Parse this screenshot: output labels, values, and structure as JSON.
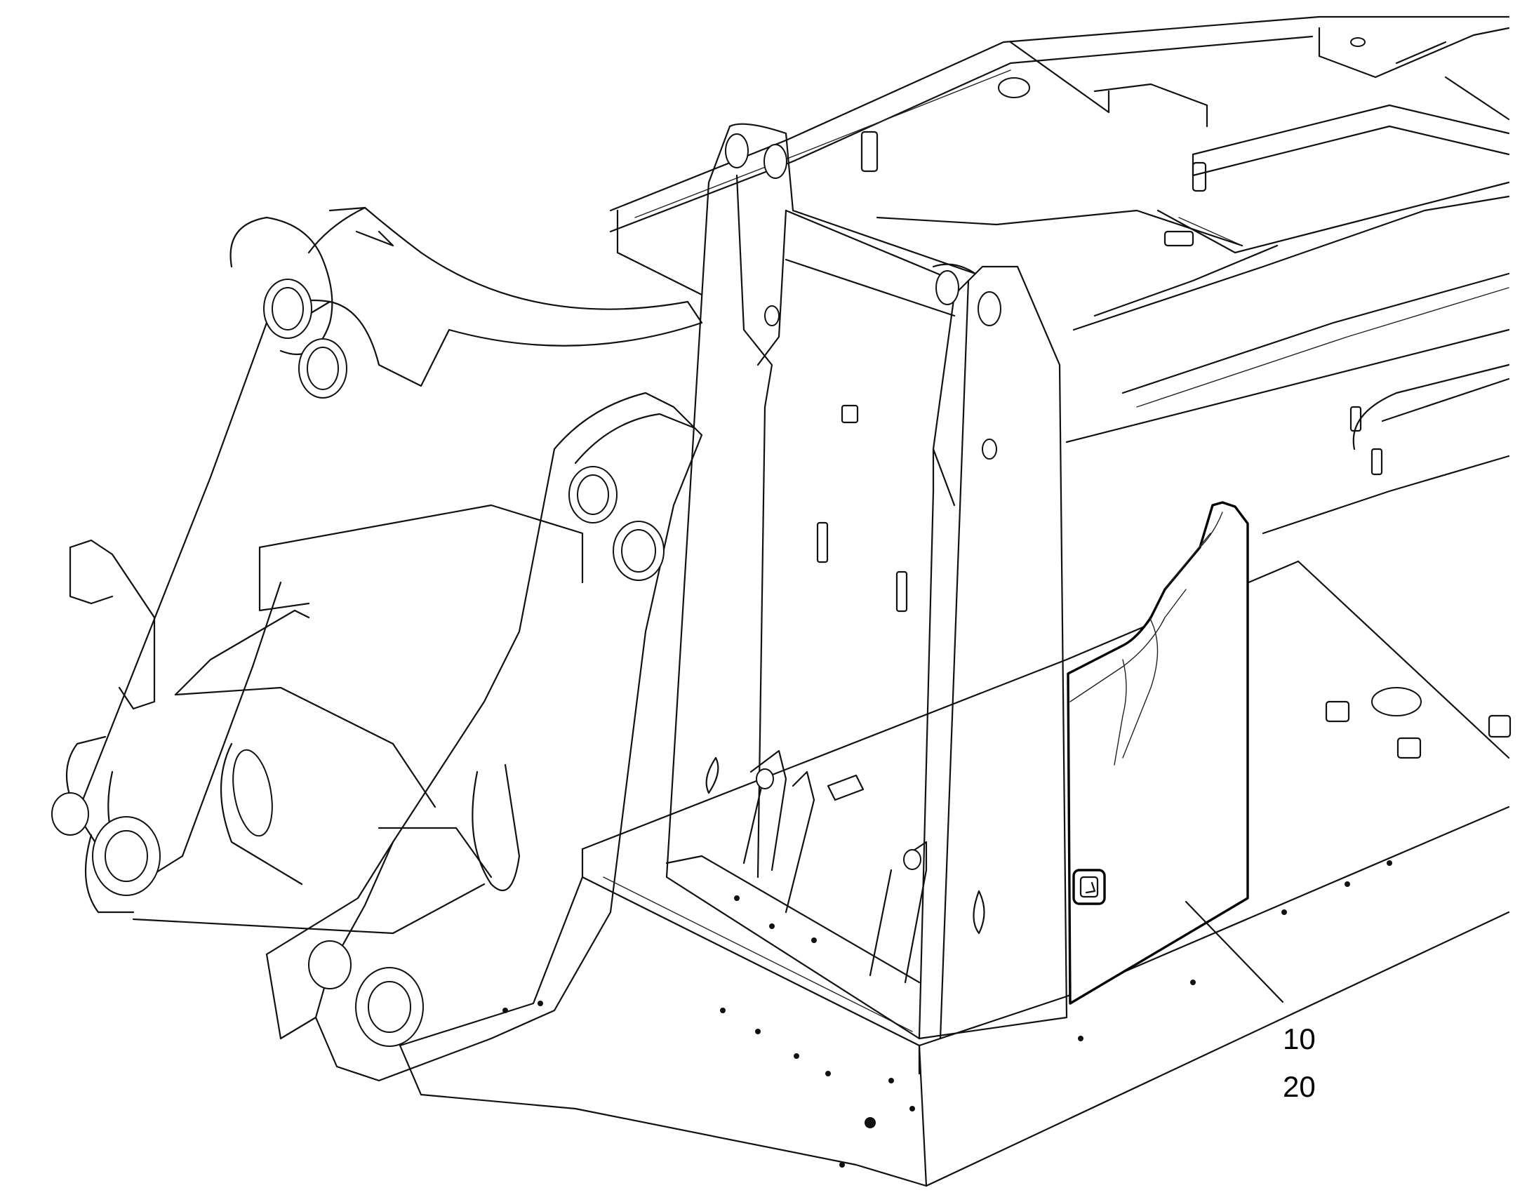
{
  "callouts": [
    {
      "number": "10"
    },
    {
      "number": "20"
    }
  ],
  "highlighted_part": "side-cover-panel",
  "line_color": "#111111",
  "background_color": "#ffffff"
}
